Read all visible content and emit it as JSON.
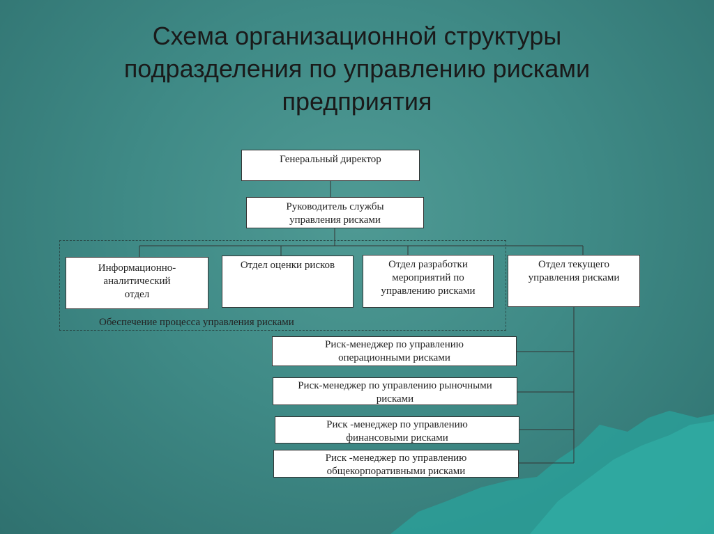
{
  "slide": {
    "title": "Схема организационной структуры\nподразделения по управлению рисками\nпредприятия",
    "group_label": "Обеспечение процесса управления рисками",
    "boxes": {
      "director": "Генеральный директор",
      "head": "Руководитель службы\nуправления рисками",
      "info": "Информационно-\nаналитический\nотдел",
      "assessment": "Отдел оценки рисков",
      "development": "Отдел разработки\nмероприятий по\nуправлению рисками",
      "current": "Отдел текущего\nуправления рисками",
      "rm_operational": "Риск-менеджер по управлению\nоперационными рисками",
      "rm_market": "Риск-менеджер по управлению рыночными\nрисками",
      "rm_financial": "Риск -менеджер по управлению\nфинансовыми рисками",
      "rm_corporate": "Риск -менеджер по управлению\nобщекорпоративными рисками"
    },
    "colors": {
      "background": "#3f8a86",
      "mountains": "#2aa39c",
      "box_fill": "#ffffff",
      "lines": "#333333"
    }
  }
}
